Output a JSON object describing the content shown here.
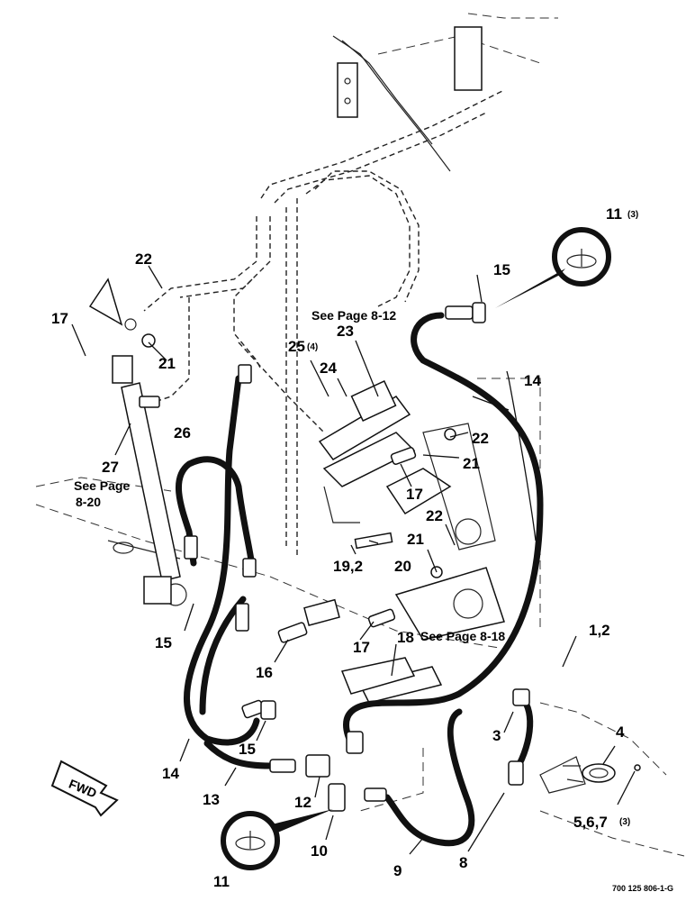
{
  "callouts": {
    "c1": "1,2",
    "c3": "3",
    "c4": "4",
    "c567": "5,6,7",
    "c567_qty": "(3)",
    "c8": "8",
    "c9": "9",
    "c10": "10",
    "c11a": "11",
    "c11a_qty": "(3)",
    "c11b": "11",
    "c12": "12",
    "c13": "13",
    "c14a": "14",
    "c14b": "14",
    "c15a": "15",
    "c15b": "15",
    "c15c": "15",
    "c16": "16",
    "c17a": "17",
    "c17b": "17",
    "c17c": "17",
    "c18": "18",
    "c19": "19,2",
    "c20": "20",
    "c21a": "21",
    "c21b": "21",
    "c21c": "21",
    "c22a": "22",
    "c22b": "22",
    "c22c": "22",
    "c23": "23",
    "c24": "24",
    "c25": "25",
    "c25_qty": "(4)",
    "c26": "26",
    "c27": "27"
  },
  "references": {
    "see_812": "See Page 8-12",
    "see_818": "See Page 8-18",
    "see_820_a": "See Page",
    "see_820_b": "8-20"
  },
  "fwd_label": "FWD",
  "figure_code": "700 125 806-1-G"
}
